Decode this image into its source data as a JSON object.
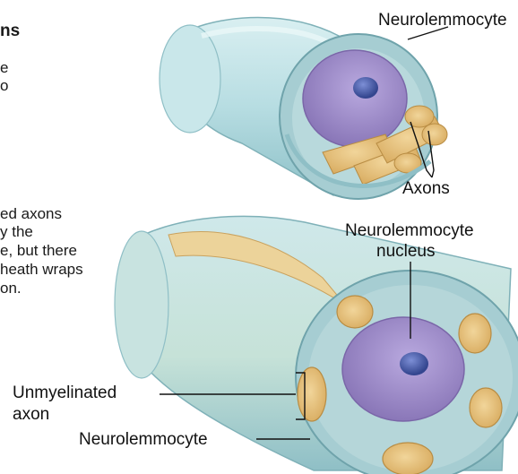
{
  "left_text": {
    "heading_fragment": "ns",
    "para1_line1": "e",
    "para1_line2": "o",
    "para2_line1": "ed axons",
    "para2_line2": "y the",
    "para2_line3": "e, but there",
    "para2_line4": "heath wraps",
    "para2_line5": "on."
  },
  "labels": {
    "top_neurolemmocyte": "Neurolemmocyte",
    "axons": "Axons",
    "nucleus_line1": "Neurolemmocyte",
    "nucleus_line2": "nucleus",
    "unmyelinated_line1": "Unmyelinated",
    "unmyelinated_line2": "axon",
    "bottom_neurolemmocyte": "Neurolemmocyte"
  },
  "colors": {
    "cell_body": "#b9dde0",
    "cell_dark": "#8fc2c8",
    "cytoplasm": "#a9cfd3",
    "nucleus": "#9a86c2",
    "nucleolus": "#4c5ea8",
    "axon": "#e5c17e"
  }
}
